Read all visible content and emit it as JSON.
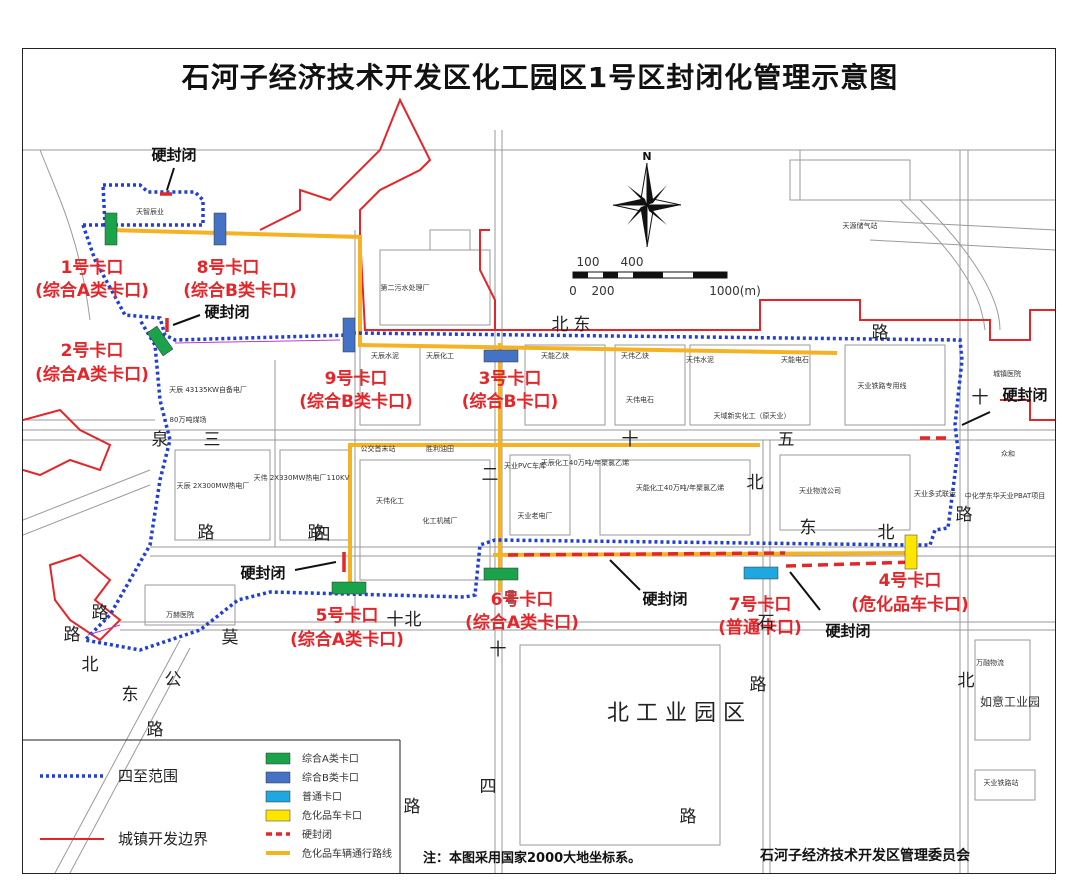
{
  "title": "石河子经济技术开发区化工园区1号区封闭化管理示意图",
  "checkpoints": [
    {
      "id": "cp1",
      "name": "1号卡口",
      "type": "(综合A类卡口)",
      "color": "#1aa34a"
    },
    {
      "id": "cp2",
      "name": "2号卡口",
      "type": "(综合A类卡口)",
      "color": "#1aa34a"
    },
    {
      "id": "cp3",
      "name": "3号卡口",
      "type": "(综合B卡口)",
      "color": "#4472c4"
    },
    {
      "id": "cp4",
      "name": "4号卡口",
      "type": "(危化品车卡口)",
      "color": "#ffe600"
    },
    {
      "id": "cp5",
      "name": "5号卡口",
      "type": "(综合A类卡口)",
      "color": "#1aa34a"
    },
    {
      "id": "cp6",
      "name": "6号卡口",
      "type": "(综合A类卡口)",
      "color": "#1aa34a"
    },
    {
      "id": "cp7",
      "name": "7号卡口",
      "type": "(普通卡口)",
      "color": "#1fa8e0"
    },
    {
      "id": "cp8",
      "name": "8号卡口",
      "type": "(综合B类卡口)",
      "color": "#4472c4"
    },
    {
      "id": "cp9",
      "name": "9号卡口",
      "type": "(综合B类卡口)",
      "color": "#4472c4"
    }
  ],
  "hard_closure_label": "硬封闭",
  "area_label": "北 工 业 园 区",
  "road_labels": [
    "北",
    "东",
    "路",
    "泉",
    "三",
    "十",
    "五",
    "二",
    "四",
    "北",
    "东",
    "路",
    "路",
    "北",
    "十",
    "路",
    "北",
    "十",
    "石",
    "莫",
    "公",
    "路",
    "路",
    "北",
    "东",
    "路",
    "路",
    "北",
    "十",
    "四",
    "路",
    "路"
  ],
  "map_texts": [
    "天智辰业",
    "天源储气站",
    "第二污水处理厂",
    "天辰水泥",
    "天辰化工",
    "天能乙炔",
    "天伟乙炔",
    "天伟水泥",
    "天能电石",
    "天伟电石",
    "天域新实化工（原天业）",
    "天业铁路专用线",
    "80万吨煤场",
    "天辰 43135KW自备电厂",
    "天辰 2X300MW热电厂",
    "天伟 2X330MW热电厂",
    "110KV",
    "公交首末站",
    "胜利油田",
    "天业PVC车库",
    "天辰化工40万吨/年聚氯乙烯",
    "天能化工40万吨/年聚氯乙烯",
    "天业物流公司",
    "天业多式联运",
    "中化学东华天业PBAT项目",
    "天伟化工",
    "化工机械厂",
    "天业老电厂",
    "万赫医院",
    "如意工业园",
    "天业铁路站",
    "众和",
    "城镇医院",
    "万融物流"
  ],
  "scale": {
    "top_ticks": [
      "100",
      "400"
    ],
    "bottom_ticks": [
      "0",
      "200",
      "1000(m)"
    ]
  },
  "north_label": "N",
  "legend": {
    "left": [
      {
        "label": "四至范围",
        "style": "blue-dotted"
      },
      {
        "label": "城镇开发边界",
        "style": "red-line"
      }
    ],
    "right": [
      {
        "label": "综合A类卡口",
        "color": "#1aa34a"
      },
      {
        "label": "综合B类卡口",
        "color": "#4472c4"
      },
      {
        "label": "普通卡口",
        "color": "#1fa8e0"
      },
      {
        "label": "危化品车卡口",
        "color": "#ffe600"
      },
      {
        "label": "硬封闭",
        "color": "#e4262b"
      },
      {
        "label": "危化品车辆通行路线",
        "color": "#f5b324"
      }
    ]
  },
  "footer_note": "注：本图采用国家2000大地坐标系。",
  "footer_org": "石河子经济技术开发区管理委员会"
}
